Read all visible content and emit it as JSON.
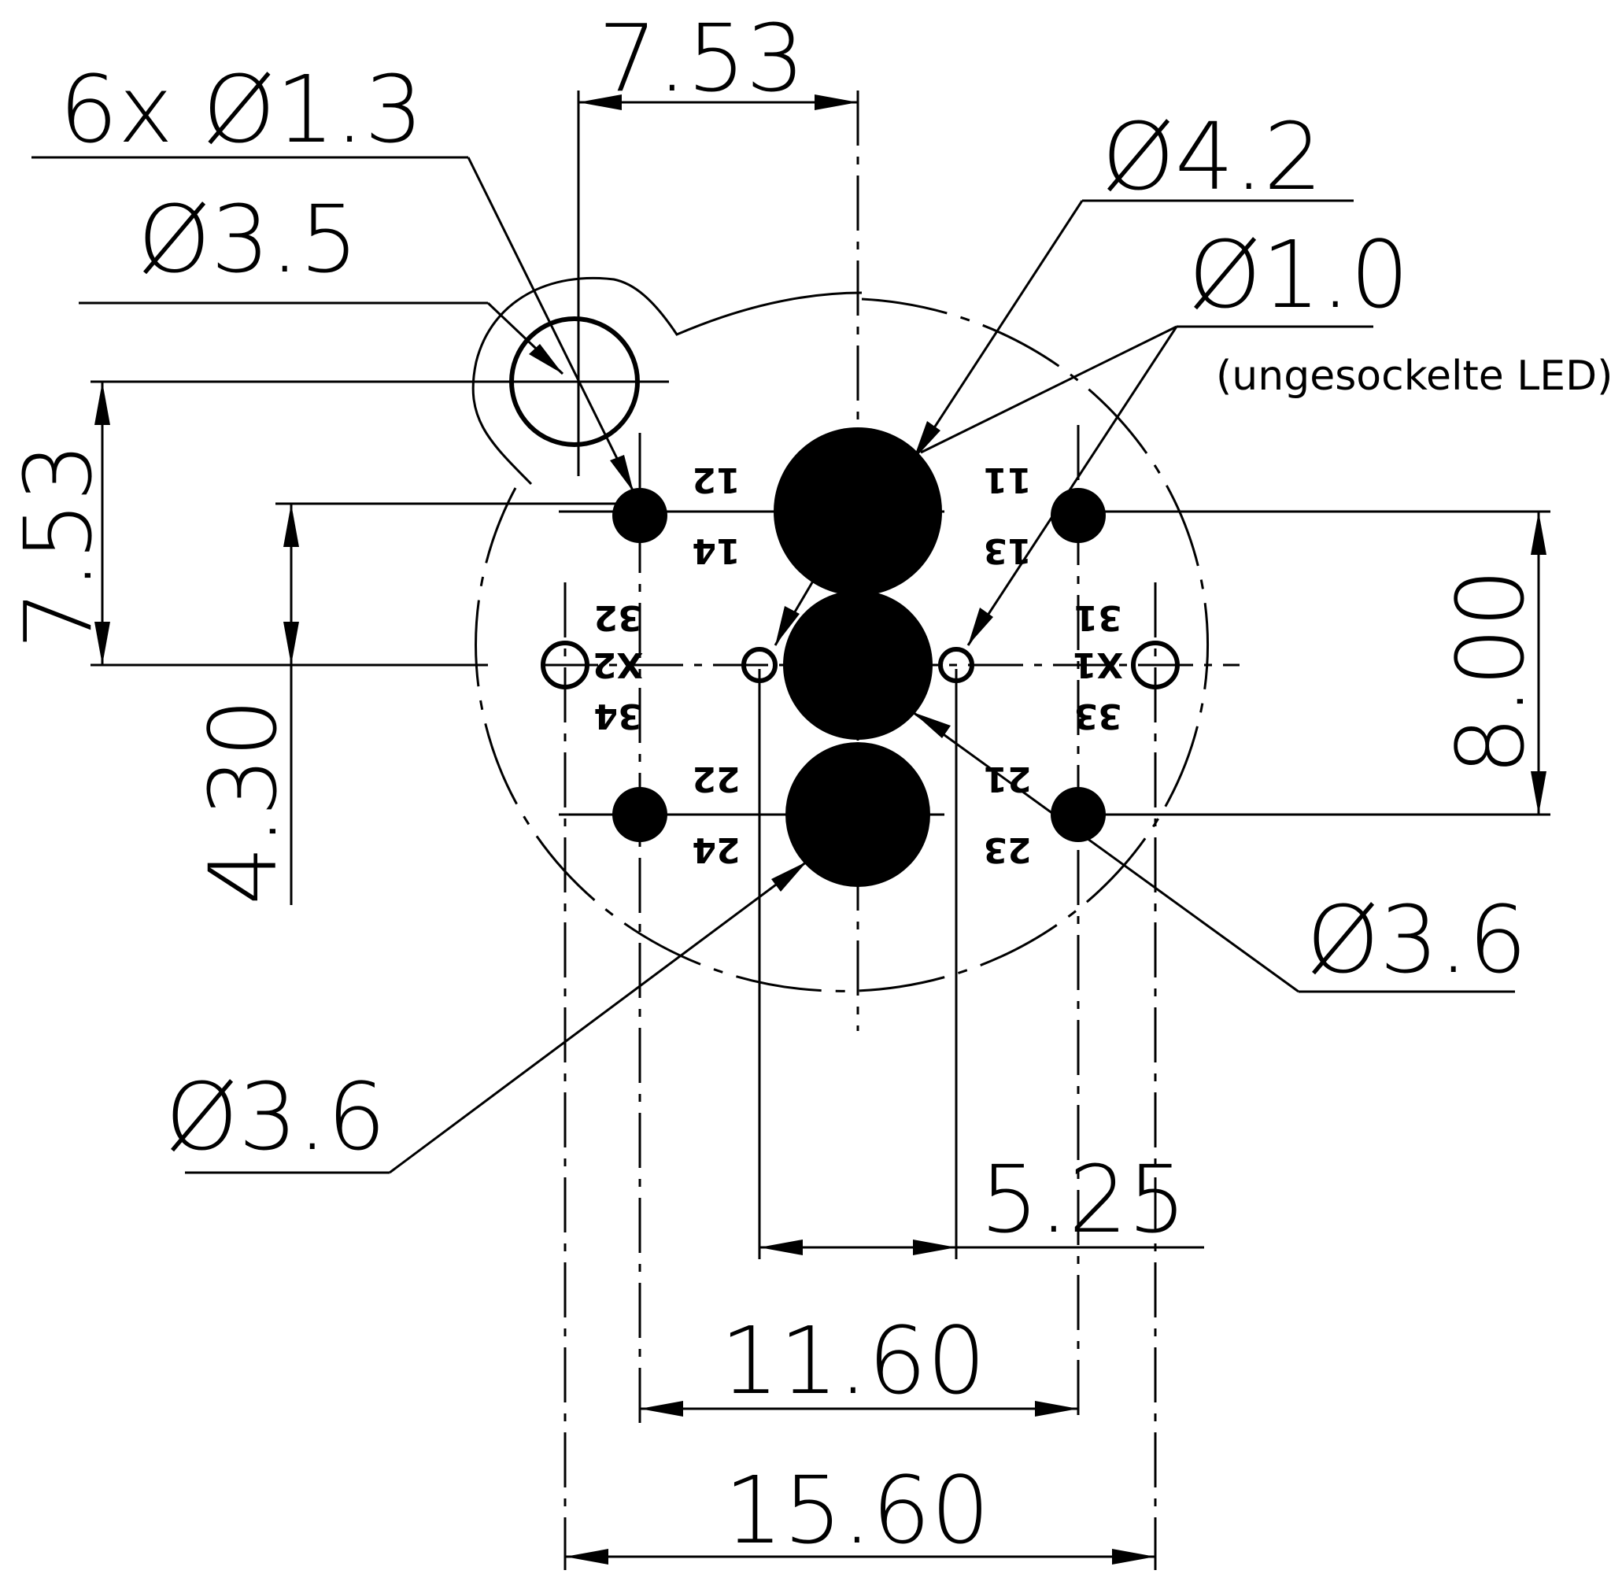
{
  "dimensions": {
    "top_width": "7.53",
    "left_height": "7.53",
    "hole_count_dia": "6x Ø1.3",
    "dia_3_5": "Ø3.5",
    "dia_4_2": "Ø4.2",
    "dia_1_0": "Ø1.0",
    "led_note": "(ungesockelte LED)",
    "height_4_30": "4.30",
    "height_8_00": "8.00",
    "dia_3_6_right": "Ø3.6",
    "dia_3_6_left": "Ø3.6",
    "width_5_25": "5.25",
    "width_11_60": "11.60",
    "width_15_60": "15.60"
  },
  "pins": {
    "p12": "12",
    "p14": "14",
    "p11": "11",
    "p13": "13",
    "p32": "32",
    "p34": "34",
    "p31": "31",
    "p33": "33",
    "x1": "X1",
    "x2": "X2",
    "p22": "22",
    "p24": "24",
    "p21": "21",
    "p23": "23"
  }
}
